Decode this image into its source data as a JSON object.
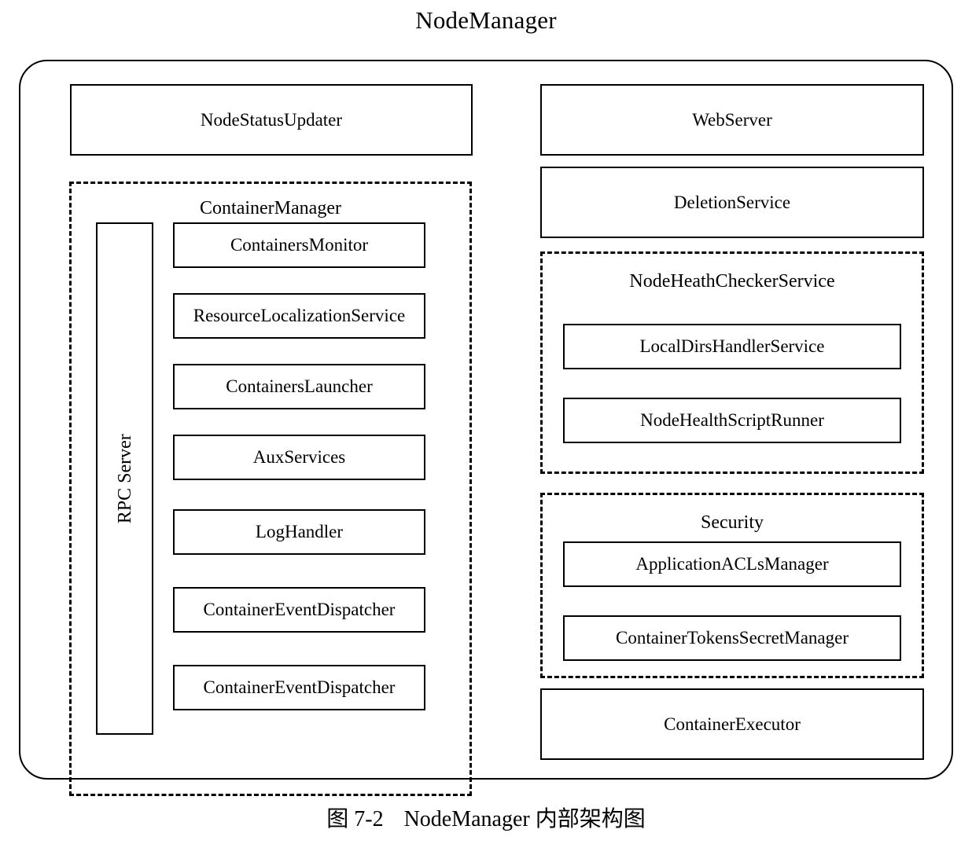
{
  "figure": {
    "title": "NodeManager",
    "caption_number": "图 7-2",
    "caption_text": "NodeManager 内部架构图"
  },
  "colors": {
    "stroke": "#000000",
    "background": "#ffffff"
  },
  "diagram": {
    "type": "block-architecture",
    "root_label": "NodeManager",
    "left_column": {
      "node_status_updater": "NodeStatusUpdater",
      "container_manager": {
        "label": "ContainerManager",
        "border": "dashed",
        "rpc_server": "RPC Server",
        "services": [
          "ContainersMonitor",
          "ResourceLocalizationService",
          "ContainersLauncher",
          "AuxServices",
          "LogHandler",
          "ContainerEventDispatcher",
          "ContainerEventDispatcher"
        ]
      }
    },
    "right_column": {
      "web_server": "WebServer",
      "deletion_service": "DeletionService",
      "node_heath_checker_service": {
        "label": "NodeHeathCheckerService",
        "border": "dashed",
        "children": [
          "LocalDirsHandlerService",
          "NodeHealthScriptRunner"
        ]
      },
      "security": {
        "label": "Security",
        "border": "dashed",
        "children": [
          "ApplicationACLsManager",
          "ContainerTokensSecretManager"
        ]
      },
      "container_executor": "ContainerExecutor"
    }
  }
}
